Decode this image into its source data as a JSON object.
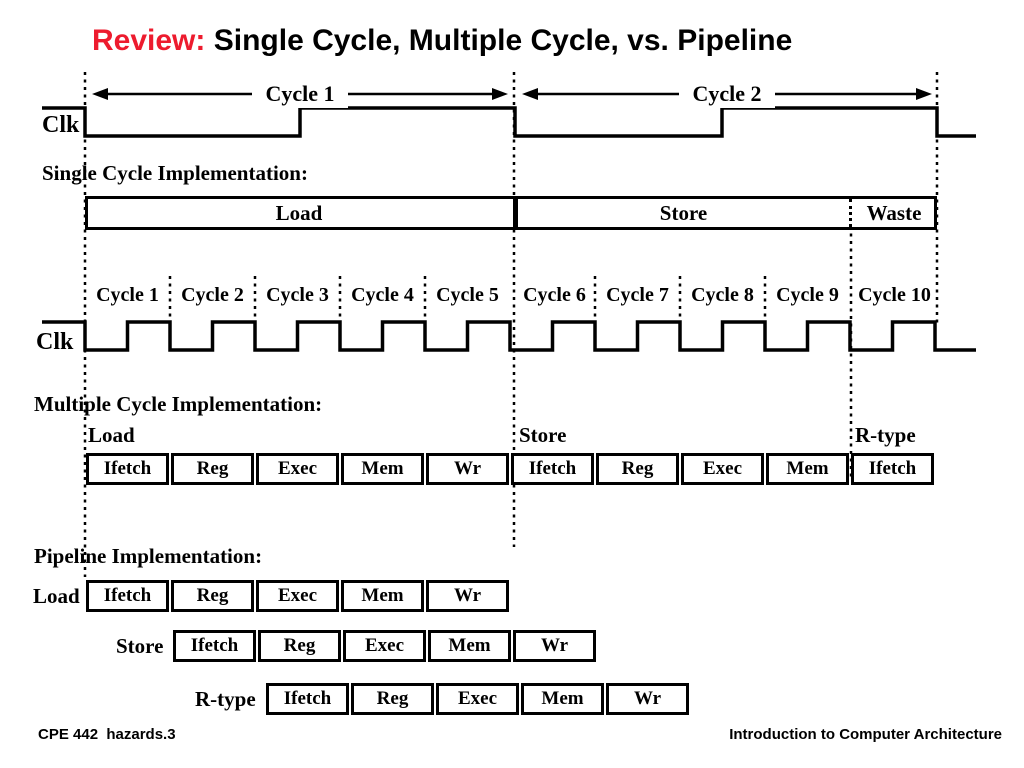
{
  "slide": {
    "title": {
      "prefix": "Review:",
      "rest": "Single Cycle, Multiple Cycle, vs. Pipeline"
    },
    "colors": {
      "title_prefix": "#ED1B2E",
      "ink": "#000000",
      "background": "#FFFFFF"
    }
  },
  "top_timing": {
    "clk_label": "Clk",
    "cycle1_label": "Cycle 1",
    "cycle2_label": "Cycle 2"
  },
  "single_cycle": {
    "heading": "Single Cycle Implementation:",
    "segments": {
      "load": "Load",
      "store": "Store",
      "waste": "Waste"
    }
  },
  "multi_timing": {
    "clk_label": "Clk",
    "cycle_labels": [
      "Cycle 1",
      "Cycle 2",
      "Cycle 3",
      "Cycle 4",
      "Cycle 5",
      "Cycle 6",
      "Cycle 7",
      "Cycle 8",
      "Cycle 9",
      "Cycle 10"
    ]
  },
  "multiple_cycle": {
    "heading": "Multiple Cycle Implementation:",
    "instructions": [
      "Load",
      "Store",
      "R-type"
    ],
    "stages": [
      "Ifetch",
      "Reg",
      "Exec",
      "Mem",
      "Wr",
      "Ifetch",
      "Reg",
      "Exec",
      "Mem",
      "Ifetch"
    ]
  },
  "pipeline": {
    "heading": "Pipeline Implementation:",
    "rows": [
      {
        "label": "Load",
        "stages": [
          "Ifetch",
          "Reg",
          "Exec",
          "Mem",
          "Wr"
        ]
      },
      {
        "label": "Store",
        "stages": [
          "Ifetch",
          "Reg",
          "Exec",
          "Mem",
          "Wr"
        ]
      },
      {
        "label": "R-type",
        "stages": [
          "Ifetch",
          "Reg",
          "Exec",
          "Mem",
          "Wr"
        ]
      }
    ]
  },
  "footer": {
    "left": "CPE 442  hazards.3",
    "right": "Introduction to Computer Architecture"
  }
}
